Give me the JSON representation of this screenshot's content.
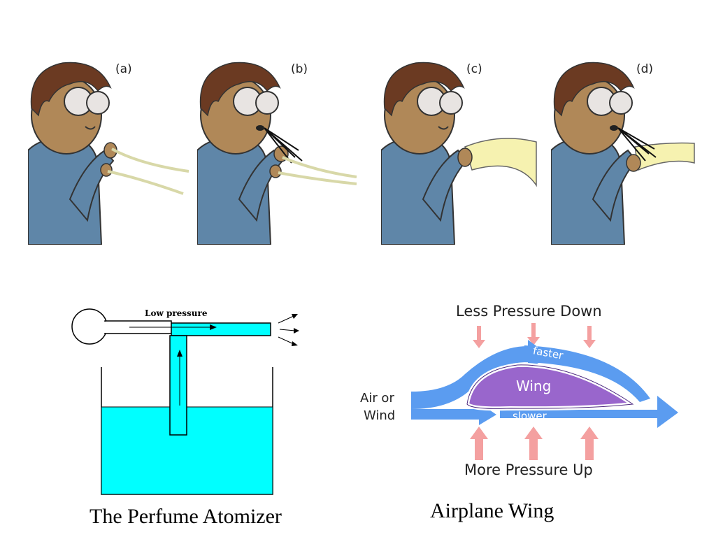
{
  "panels": [
    {
      "label": "(a)",
      "blowing": false,
      "paper": "strips"
    },
    {
      "label": "(b)",
      "blowing": true,
      "paper": "strips"
    },
    {
      "label": "(c)",
      "blowing": false,
      "paper": "sheet"
    },
    {
      "label": "(d)",
      "blowing": true,
      "paper": "sheet"
    }
  ],
  "atomizer": {
    "top_label": "Low pressure",
    "caption": "The Perfume Atomizer",
    "liquid_color": "#00ffff"
  },
  "wing": {
    "top_label": "Less Pressure Down",
    "bottom_label": "More Pressure Up",
    "left_label_line1": "Air or",
    "left_label_line2": "Wind",
    "wing_label": "Wing",
    "faster_label": "faster",
    "slower_label": "slower",
    "caption": "Airplane Wing",
    "flow_color": "#5b9cf0",
    "wing_color": "#9966cc",
    "arrow_color": "#f4a0a0"
  }
}
